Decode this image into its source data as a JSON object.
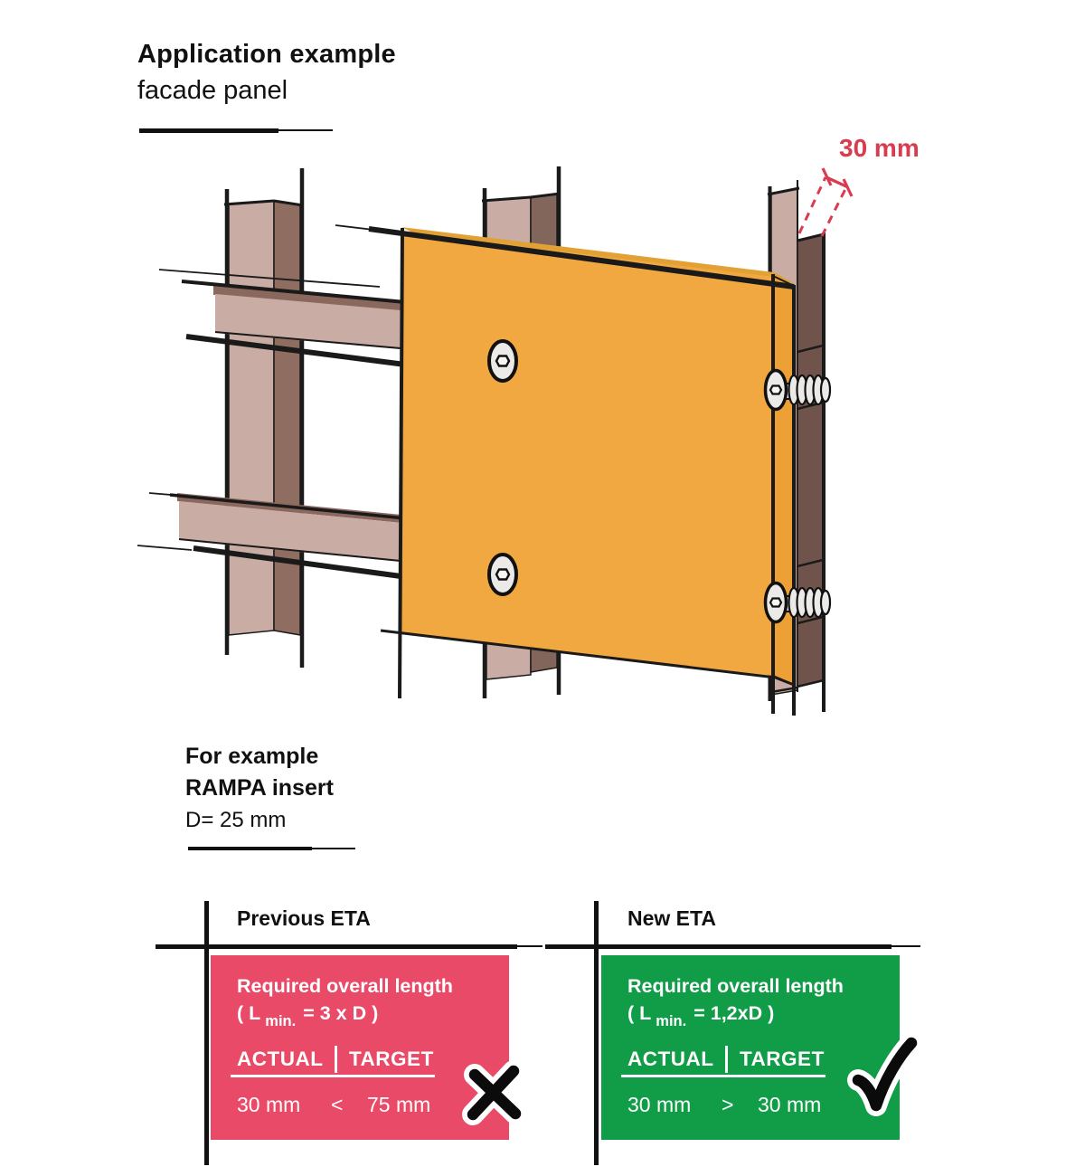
{
  "title": {
    "heading": "Application example",
    "subheading": "facade panel"
  },
  "diagram": {
    "dimension_label": "30 mm",
    "parts": {
      "panel": "facade-panel",
      "posts": "vertical-battens",
      "rails": "horizontal-battens",
      "fasteners": "insert-screws"
    }
  },
  "note": {
    "line1": "For example",
    "line2": "RAMPA insert",
    "line3": "D= 25 mm"
  },
  "comparison": {
    "previous": {
      "header": "Previous ETA",
      "requirement": "Required overall length",
      "formula": {
        "open": "( L",
        "sub": "min.",
        "rest": "= 3 x D )"
      },
      "columns": {
        "actual": "ACTUAL",
        "target": "TARGET"
      },
      "values": {
        "actual": "30 mm",
        "comparator": "<",
        "target": "75 mm"
      },
      "result_icon": "cross-icon"
    },
    "new": {
      "header": "New ETA",
      "requirement": "Required overall length",
      "formula": {
        "open": "( L",
        "sub": "min.",
        "rest": "= 1,2xD )"
      },
      "columns": {
        "actual": "ACTUAL",
        "target": "TARGET"
      },
      "values": {
        "actual": "30 mm",
        "comparator": ">",
        "target": "30 mm"
      },
      "result_icon": "check-icon"
    }
  },
  "colors": {
    "panel_orange": "#F2A840",
    "panel_side_orange": "#EDA035",
    "wood_light": "#C9ACA4",
    "wood_dark": "#8B685D",
    "post_brown": "#70544B",
    "card_red": "#E94A68",
    "card_green": "#119C47",
    "dimension_red": "#D93B4F",
    "card_text": "#FFFFFF",
    "line_black": "#1A1A1A"
  }
}
